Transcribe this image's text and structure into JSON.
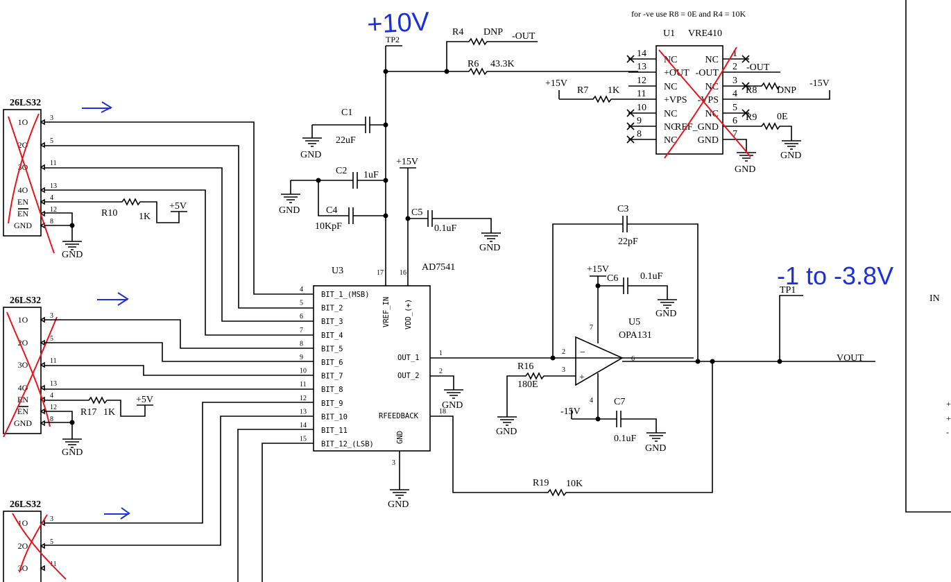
{
  "annotations": {
    "plus10v": "+10V",
    "range": "-1 to -3.8V",
    "note": "for -ve use R8 = 0E and R4 = 10K"
  },
  "u1": {
    "ref": "U1",
    "part": "VRE410",
    "left_pins": [
      {
        "num": "14",
        "name": "NC"
      },
      {
        "num": "13",
        "name": "+OUT"
      },
      {
        "num": "12",
        "name": "NC"
      },
      {
        "num": "11",
        "name": "+VPS"
      },
      {
        "num": "10",
        "name": "NC"
      },
      {
        "num": "9",
        "name": "NC"
      },
      {
        "num": "8",
        "name": "NC"
      }
    ],
    "right_pins": [
      {
        "num": "1",
        "name": "NC"
      },
      {
        "num": "2",
        "name": "-OUT"
      },
      {
        "num": "3",
        "name": "NC"
      },
      {
        "num": "4",
        "name": "-VPS"
      },
      {
        "num": "5",
        "name": "NC"
      },
      {
        "num": "6",
        "name": "REF_GND"
      },
      {
        "num": "7",
        "name": "GND"
      }
    ]
  },
  "u3": {
    "ref": "U3",
    "part": "AD7541",
    "bits": [
      {
        "num": "4",
        "name": "BIT_1_(MSB)"
      },
      {
        "num": "5",
        "name": "BIT_2"
      },
      {
        "num": "6",
        "name": "BIT_3"
      },
      {
        "num": "7",
        "name": "BIT_4"
      },
      {
        "num": "8",
        "name": "BIT_5"
      },
      {
        "num": "9",
        "name": "BIT_6"
      },
      {
        "num": "10",
        "name": "BIT_7"
      },
      {
        "num": "11",
        "name": "BIT_8"
      },
      {
        "num": "12",
        "name": "BIT_9"
      },
      {
        "num": "13",
        "name": "BIT_10"
      },
      {
        "num": "14",
        "name": "BIT_11"
      },
      {
        "num": "15",
        "name": "BIT_12_(LSB)"
      }
    ],
    "vref": "VREF_IN",
    "vref_pin": "17",
    "vdd": "VDD_(+)",
    "vdd_pin": "16",
    "out1": "OUT_1",
    "out1_pin": "1",
    "out2": "OUT_2",
    "out2_pin": "2",
    "rfb": "RFEEDBACK",
    "rfb_pin": "18",
    "gnd": "GND",
    "gnd_pin": "3"
  },
  "u5": {
    "ref": "U5",
    "part": "OPA131",
    "pin_inv": "2",
    "pin_noninv": "3",
    "pin_out": "6",
    "pin_vp": "7",
    "pin_vn": "4"
  },
  "components": {
    "R4": {
      "ref": "R4",
      "value": "DNP"
    },
    "R6": {
      "ref": "R6",
      "value": "43.3K"
    },
    "R7": {
      "ref": "R7",
      "value": "1K"
    },
    "R8": {
      "ref": "R8",
      "value": "DNP"
    },
    "R9": {
      "ref": "R9",
      "value": "0E"
    },
    "R10": {
      "ref": "R10",
      "value": "1K"
    },
    "R16": {
      "ref": "R16",
      "value": "180E"
    },
    "R17": {
      "ref": "R17",
      "value": "1K"
    },
    "R19": {
      "ref": "R19",
      "value": "10K"
    },
    "C1": {
      "ref": "C1",
      "value": "22uF"
    },
    "C2": {
      "ref": "C2",
      "value": "1uF"
    },
    "C3": {
      "ref": "C3",
      "value": "22pF"
    },
    "C4": {
      "ref": "C4",
      "value": "10KpF"
    },
    "C5": {
      "ref": "C5",
      "value": "0.1uF"
    },
    "C6": {
      "ref": "C6",
      "value": "0.1uF"
    },
    "C7": {
      "ref": "C7",
      "value": "0.1uF"
    }
  },
  "nets": {
    "gnd": "GND",
    "p15": "+15V",
    "m15": "-15V",
    "p5": "+5V",
    "out_neg": "-OUT",
    "tp1": "TP1",
    "tp2": "TP2",
    "vout": "VOUT",
    "in": "IN"
  },
  "rx": {
    "part": "26LS32",
    "pins_a": [
      {
        "label": "1O",
        "num": "3"
      },
      {
        "label": "2O",
        "num": "5"
      },
      {
        "label": "3O",
        "num": "11"
      },
      {
        "label": "4O",
        "num": "13"
      },
      {
        "label": "EN",
        "num": "4"
      },
      {
        "label": "EN",
        "num": "12"
      },
      {
        "label": "GND",
        "num": "8"
      }
    ],
    "pins_c": [
      {
        "label": "1O",
        "num": "3"
      },
      {
        "label": "2O",
        "num": "5"
      },
      {
        "label": "3O",
        "num": "11"
      }
    ]
  }
}
